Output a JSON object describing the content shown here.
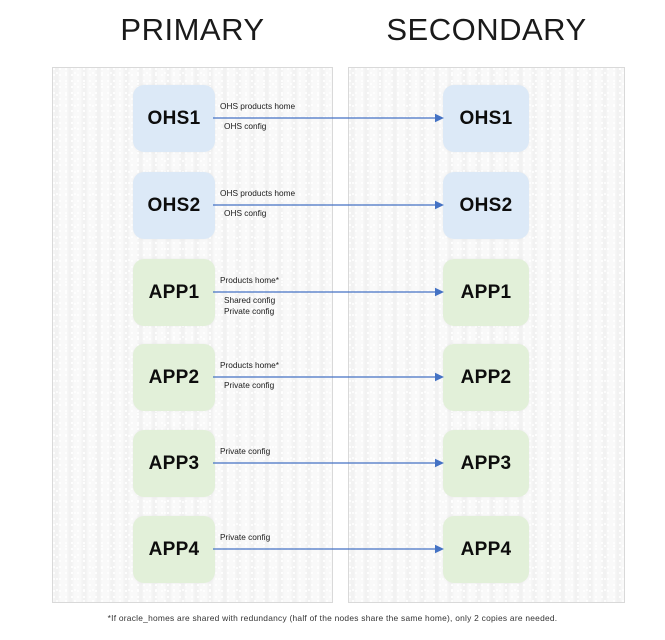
{
  "columns": {
    "primary_title": "PRIMARY",
    "secondary_title": "SECONDARY"
  },
  "colors": {
    "ohs_box": "#dce9f7",
    "app_box": "#e2f0d9",
    "arrow": "#4472c4",
    "panel_bg": "#f2f2f2",
    "panel_border": "#d9d9d9",
    "text": "#0d0d0d"
  },
  "rows": [
    {
      "id": "ohs1",
      "type": "ohs",
      "primary_label": "OHS1",
      "secondary_label": "OHS1",
      "labels_above": [
        "OHS products home"
      ],
      "labels_below": [
        "OHS config"
      ]
    },
    {
      "id": "ohs2",
      "type": "ohs",
      "primary_label": "OHS2",
      "secondary_label": "OHS2",
      "labels_above": [
        "OHS products home"
      ],
      "labels_below": [
        "OHS config"
      ]
    },
    {
      "id": "app1",
      "type": "app",
      "primary_label": "APP1",
      "secondary_label": "APP1",
      "labels_above": [
        "Products home*"
      ],
      "labels_below": [
        "Shared  config",
        "Private config"
      ]
    },
    {
      "id": "app2",
      "type": "app",
      "primary_label": "APP2",
      "secondary_label": "APP2",
      "labels_above": [
        "Products home*"
      ],
      "labels_below": [
        "Private config"
      ]
    },
    {
      "id": "app3",
      "type": "app",
      "primary_label": "APP3",
      "secondary_label": "APP3",
      "labels_above": [
        "Private config"
      ],
      "labels_below": []
    },
    {
      "id": "app4",
      "type": "app",
      "primary_label": "APP4",
      "secondary_label": "APP4",
      "labels_above": [
        "Private config"
      ],
      "labels_below": []
    }
  ],
  "footnote": "*If oracle_homes  are shared with redundancy (half of the nodes share the same  home), only 2 copies are needed."
}
